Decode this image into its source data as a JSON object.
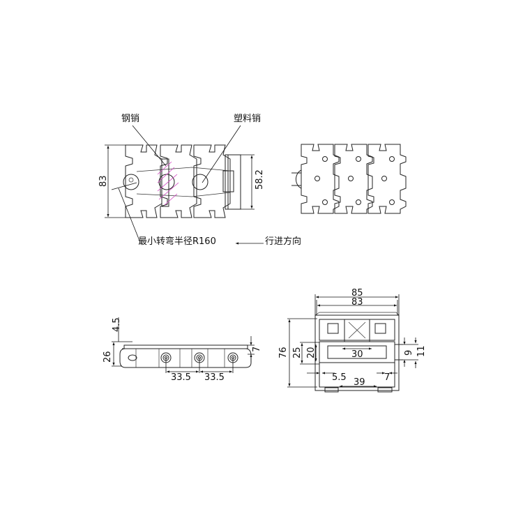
{
  "top_view": {
    "steel_pin_label": "钢销",
    "plastic_pin_label": "塑料销",
    "height_dim": "83",
    "pin_span_dim": "58.2",
    "min_radius_label": "最小转弯半径R160",
    "direction_label": "行进方向"
  },
  "side_view": {
    "top_offset_dim": "4.5",
    "height_dim": "26",
    "right_dim": "7",
    "pitch_dims": [
      "33.5",
      "33.5"
    ]
  },
  "section_view": {
    "outer_width_dim": "85",
    "inner_width_dim": "83",
    "total_height_dim": "76",
    "dim_25": "25",
    "dim_20": "20",
    "dim_30": "30",
    "dim_9": "9",
    "dim_11": "11",
    "dim_5_5": "5.5",
    "dim_39": "39",
    "dim_7": "7"
  },
  "colors": {
    "line": "#222222",
    "hatch": "#d040c0"
  }
}
